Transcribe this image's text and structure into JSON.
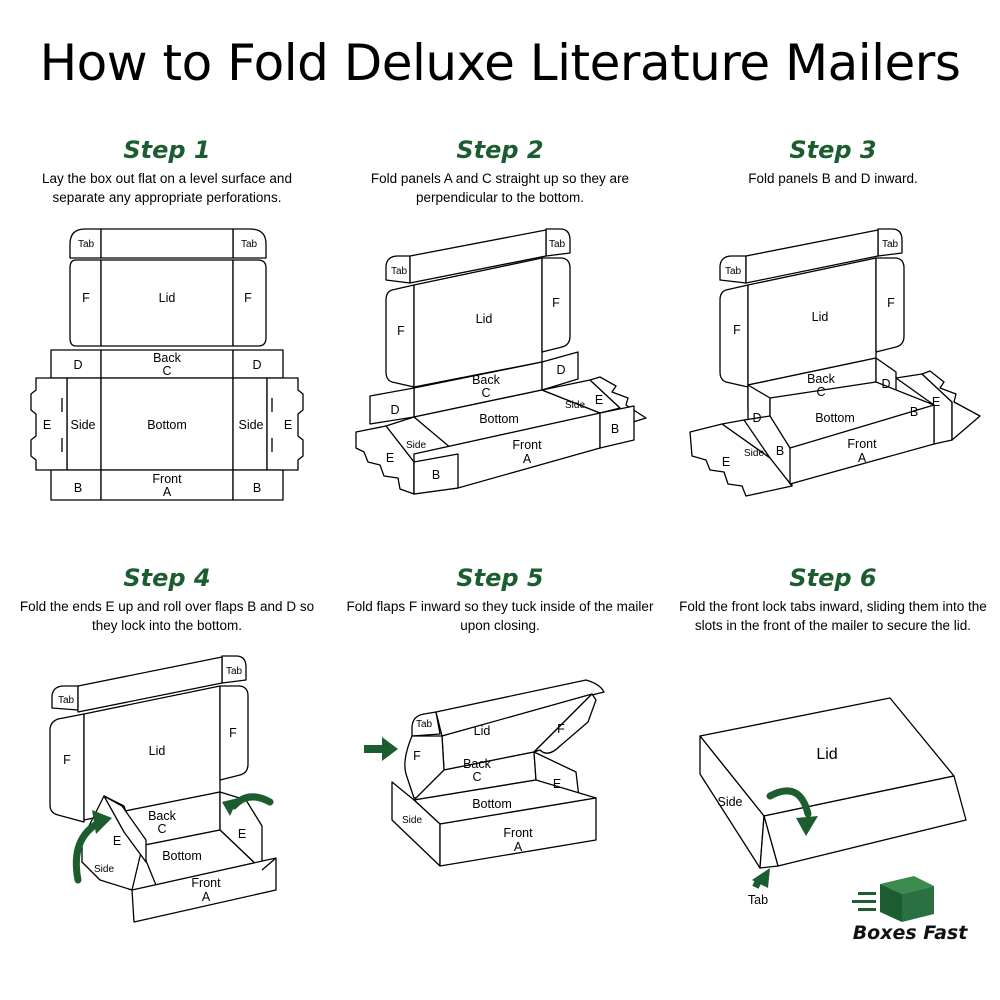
{
  "title": "How to Fold Deluxe Literature Mailers",
  "steps": [
    {
      "title": "Step 1",
      "description": "Lay the box out flat on a level surface and separate any appropriate perforations."
    },
    {
      "title": "Step 2",
      "description": "Fold panels A and C straight up so they are perpendicular to the bottom."
    },
    {
      "title": "Step 3",
      "description": "Fold panels B and D inward."
    },
    {
      "title": "Step 4",
      "description": "Fold the ends E up and roll over flaps B and D so they lock into the bottom."
    },
    {
      "title": "Step 5",
      "description": "Fold flaps F inward so they tuck inside of the mailer upon closing."
    },
    {
      "title": "Step 6",
      "description": "Fold the front lock tabs inward, sliding them into the slots in the front of the mailer to secure the lid."
    }
  ],
  "labels": {
    "tab": "Tab",
    "lid": "Lid",
    "f": "F",
    "d": "D",
    "back": "Back",
    "c": "C",
    "side": "Side",
    "bottom": "Bottom",
    "e": "E",
    "b": "B",
    "front": "Front",
    "a": "A"
  },
  "brand": {
    "name": "Boxes Fast",
    "accent_color": "#1c5d2f",
    "logo_icon": "speeding-box-icon"
  },
  "icons": [
    "fold-arrow-icon",
    "push-arrow-icon",
    "up-arrow-icon"
  ]
}
